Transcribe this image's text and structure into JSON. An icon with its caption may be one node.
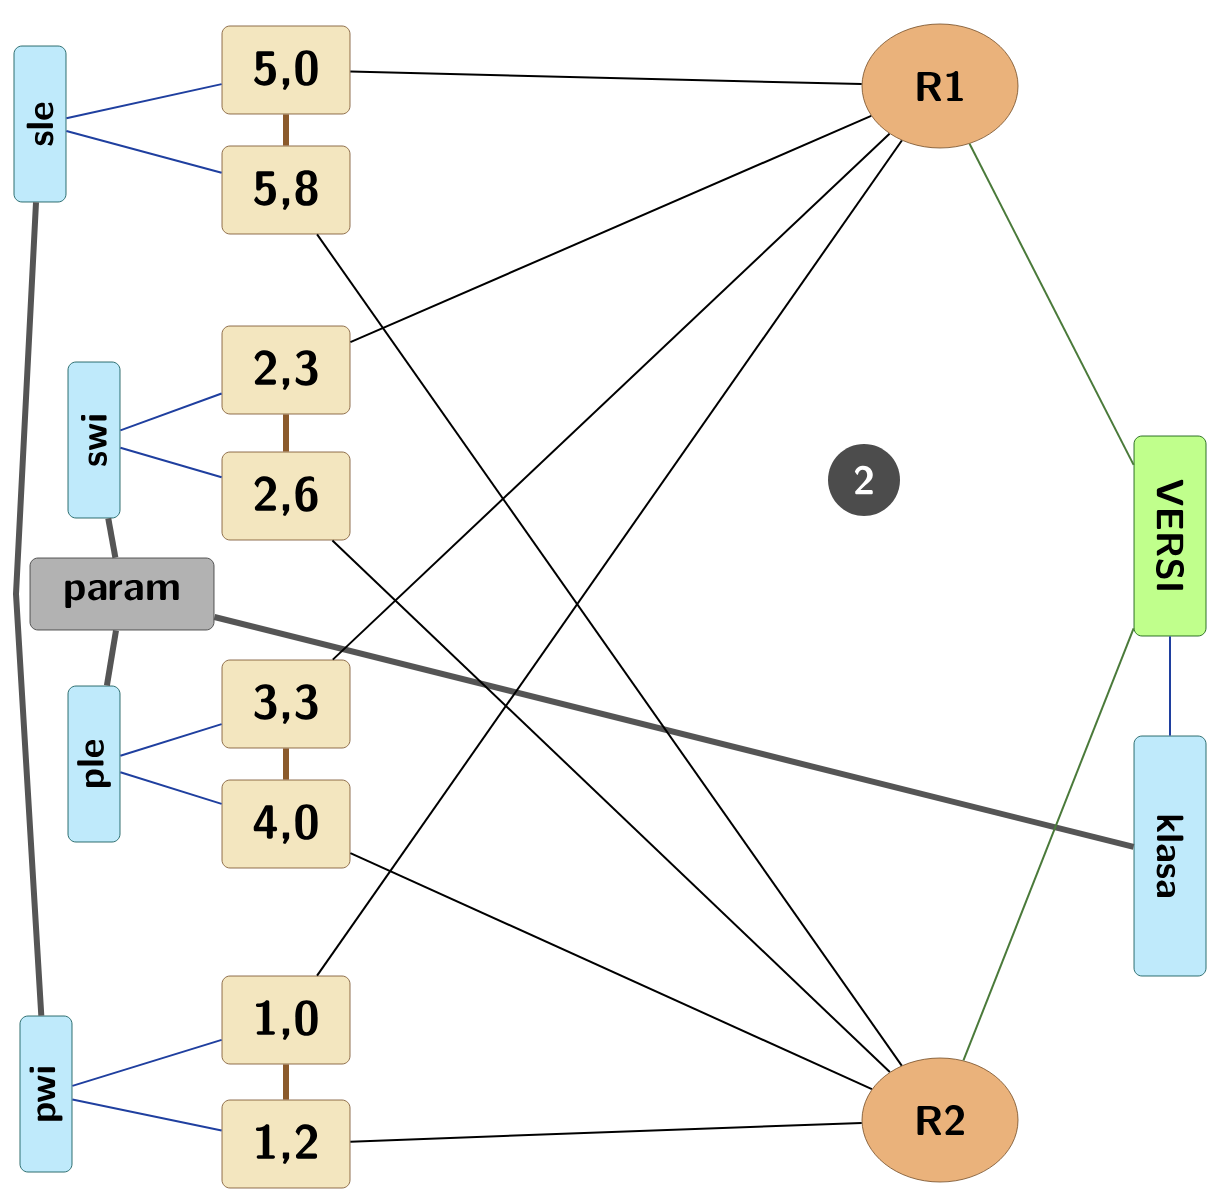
{
  "diagram": {
    "nodes": [
      {
        "text": [
          "sle"
        ]
      },
      {
        "text": [
          "5,0"
        ]
      },
      {
        "text": [
          "5,8"
        ]
      },
      {
        "text": [
          "swi"
        ]
      },
      {
        "text": [
          "2,3"
        ]
      },
      {
        "text": [
          "2,6"
        ]
      },
      {
        "text": [
          "param"
        ]
      },
      {
        "text": [
          "ple"
        ]
      },
      {
        "text": [
          "3,3"
        ]
      },
      {
        "text": [
          "4,0"
        ]
      },
      {
        "text": [
          "pwi"
        ]
      },
      {
        "text": [
          "1,0"
        ]
      },
      {
        "text": [
          "1,2"
        ]
      },
      {
        "text": [
          "R1"
        ]
      },
      {
        "text": [
          "R2"
        ]
      },
      {
        "text": [
          "VERSI"
        ]
      },
      {
        "text": [
          "klasa"
        ]
      }
    ],
    "edges": [
      {
        "from": 0,
        "to": 1,
        "arrow": "none",
        "color": "#1f3f9f"
      },
      {
        "from": 0,
        "to": 2,
        "arrow": "none",
        "color": "#1f3f9f"
      },
      {
        "from": 1,
        "to": 2,
        "arrow": "none",
        "style": "thick",
        "color": "#8b5a2b"
      },
      {
        "from": 3,
        "to": 4,
        "arrow": "none",
        "color": "#1f3f9f"
      },
      {
        "from": 3,
        "to": 5,
        "arrow": "none",
        "color": "#1f3f9f"
      },
      {
        "from": 4,
        "to": 5,
        "arrow": "none",
        "style": "thick",
        "color": "#8b5a2b"
      },
      {
        "from": 7,
        "to": 8,
        "arrow": "none",
        "color": "#1f3f9f"
      },
      {
        "from": 7,
        "to": 9,
        "arrow": "none",
        "color": "#1f3f9f"
      },
      {
        "from": 8,
        "to": 9,
        "arrow": "none",
        "style": "thick",
        "color": "#8b5a2b"
      },
      {
        "from": 10,
        "to": 11,
        "arrow": "none",
        "color": "#1f3f9f"
      },
      {
        "from": 10,
        "to": 12,
        "arrow": "none",
        "color": "#1f3f9f"
      },
      {
        "from": 11,
        "to": 12,
        "arrow": "none",
        "style": "thick",
        "color": "#8b5a2b"
      },
      {
        "from": 0,
        "to": 10,
        "arrow": "none",
        "style": "thick",
        "color": "#555555"
      },
      {
        "from": 3,
        "to": 6,
        "arrow": "none",
        "style": "thick",
        "color": "#555555"
      },
      {
        "from": 7,
        "to": 6,
        "arrow": "none",
        "style": "thick",
        "color": "#555555"
      },
      {
        "from": 6,
        "to": 16,
        "arrow": "none",
        "style": "thick",
        "color": "#555555"
      },
      {
        "from": 1,
        "to": 13,
        "arrow": "none",
        "color": "#000000"
      },
      {
        "from": 2,
        "to": 14,
        "arrow": "none",
        "color": "#000000"
      },
      {
        "from": 4,
        "to": 13,
        "arrow": "none",
        "color": "#000000"
      },
      {
        "from": 5,
        "to": 14,
        "arrow": "none",
        "color": "#000000"
      },
      {
        "from": 8,
        "to": 13,
        "arrow": "none",
        "color": "#000000"
      },
      {
        "from": 9,
        "to": 14,
        "arrow": "none",
        "color": "#000000"
      },
      {
        "from": 11,
        "to": 13,
        "arrow": "none",
        "color": "#000000"
      },
      {
        "from": 12,
        "to": 14,
        "arrow": "none",
        "color": "#000000"
      },
      {
        "from": 13,
        "to": 15,
        "arrow": "none",
        "color": "#4a7a3a"
      },
      {
        "from": 14,
        "to": 15,
        "arrow": "none",
        "color": "#4a7a3a"
      },
      {
        "from": 15,
        "to": 16,
        "arrow": "none",
        "color": "#1f3f9f"
      }
    ],
    "labels": [
      "2"
    ]
  }
}
